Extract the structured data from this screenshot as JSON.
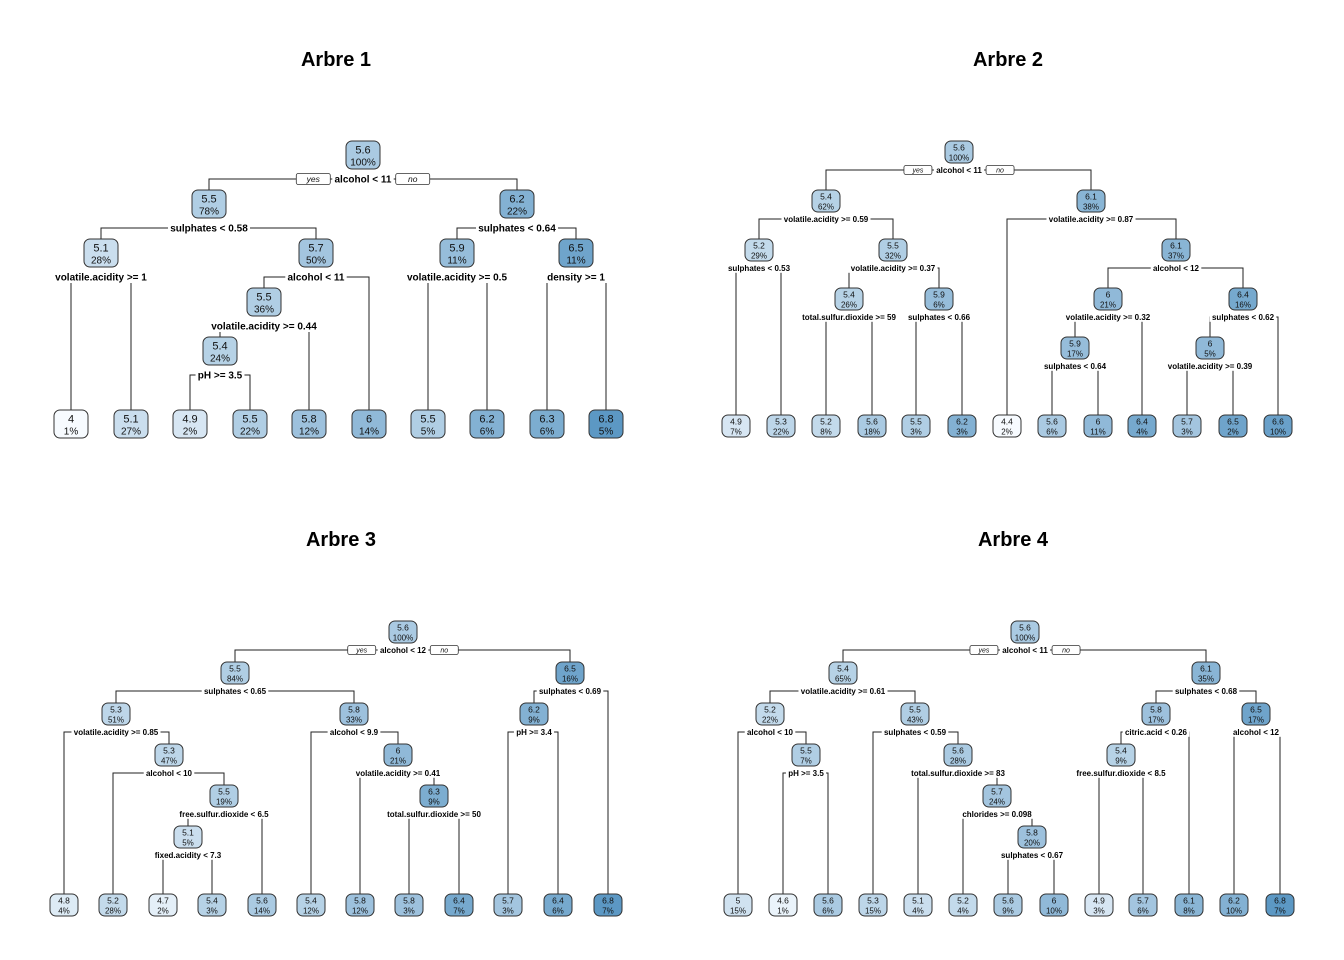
{
  "trees": [
    {
      "title": "Arbre 1",
      "yes_label": "yes",
      "no_label": "no",
      "nodes": [
        {
          "id": "n0",
          "value": "5.6",
          "pct": "100%",
          "split": "alcohol < 11"
        },
        {
          "id": "n1",
          "parent": "n0",
          "value": "5.5",
          "pct": "78%",
          "split": "sulphates < 0.58"
        },
        {
          "id": "n2",
          "parent": "n1",
          "value": "5.1",
          "pct": "28%",
          "split": "volatile.acidity >= 1"
        },
        {
          "id": "l1",
          "parent": "n2",
          "value": "4",
          "pct": "1%",
          "leaf": true
        },
        {
          "id": "l2",
          "parent": "n2",
          "value": "5.1",
          "pct": "27%",
          "leaf": true
        },
        {
          "id": "n3",
          "parent": "n1",
          "value": "5.7",
          "pct": "50%",
          "split": "alcohol < 11"
        },
        {
          "id": "n4",
          "parent": "n3",
          "value": "5.5",
          "pct": "36%",
          "split": "volatile.acidity >= 0.44"
        },
        {
          "id": "n5",
          "parent": "n4",
          "value": "5.4",
          "pct": "24%",
          "split": "pH >= 3.5"
        },
        {
          "id": "l3",
          "parent": "n5",
          "value": "4.9",
          "pct": "2%",
          "leaf": true
        },
        {
          "id": "l4",
          "parent": "n5",
          "value": "5.5",
          "pct": "22%",
          "leaf": true
        },
        {
          "id": "l5",
          "parent": "n4",
          "value": "5.8",
          "pct": "12%",
          "leaf": true
        },
        {
          "id": "l6",
          "parent": "n3",
          "value": "6",
          "pct": "14%",
          "leaf": true
        },
        {
          "id": "n6",
          "parent": "n0",
          "value": "6.2",
          "pct": "22%",
          "split": "sulphates < 0.64"
        },
        {
          "id": "n7",
          "parent": "n6",
          "value": "5.9",
          "pct": "11%",
          "split": "volatile.acidity >= 0.5"
        },
        {
          "id": "l7",
          "parent": "n7",
          "value": "5.5",
          "pct": "5%",
          "leaf": true
        },
        {
          "id": "l8",
          "parent": "n7",
          "value": "6.2",
          "pct": "6%",
          "leaf": true
        },
        {
          "id": "n8",
          "parent": "n6",
          "value": "6.5",
          "pct": "11%",
          "split": "density >= 1"
        },
        {
          "id": "l9",
          "parent": "n8",
          "value": "6.3",
          "pct": "6%",
          "leaf": true
        },
        {
          "id": "l10",
          "parent": "n8",
          "value": "6.8",
          "pct": "5%",
          "leaf": true
        }
      ]
    },
    {
      "title": "Arbre 2",
      "yes_label": "yes",
      "no_label": "no",
      "nodes": [
        {
          "id": "n0",
          "value": "5.6",
          "pct": "100%",
          "split": "alcohol < 11"
        },
        {
          "id": "n1",
          "parent": "n0",
          "value": "5.4",
          "pct": "62%",
          "split": "volatile.acidity >= 0.59"
        },
        {
          "id": "n2",
          "parent": "n1",
          "value": "5.2",
          "pct": "29%",
          "split": "sulphates < 0.53"
        },
        {
          "id": "l1",
          "parent": "n2",
          "value": "4.9",
          "pct": "7%",
          "leaf": true
        },
        {
          "id": "l2",
          "parent": "n2",
          "value": "5.3",
          "pct": "22%",
          "leaf": true
        },
        {
          "id": "n3",
          "parent": "n1",
          "value": "5.5",
          "pct": "32%",
          "split": "volatile.acidity >= 0.37"
        },
        {
          "id": "n4",
          "parent": "n3",
          "value": "5.4",
          "pct": "26%",
          "split": "total.sulfur.dioxide >= 59"
        },
        {
          "id": "l3",
          "parent": "n4",
          "value": "5.2",
          "pct": "8%",
          "leaf": true
        },
        {
          "id": "l4",
          "parent": "n4",
          "value": "5.6",
          "pct": "18%",
          "leaf": true
        },
        {
          "id": "n5",
          "parent": "n3",
          "value": "5.9",
          "pct": "6%",
          "split": "sulphates < 0.66"
        },
        {
          "id": "l5",
          "parent": "n5",
          "value": "5.5",
          "pct": "3%",
          "leaf": true
        },
        {
          "id": "l6",
          "parent": "n5",
          "value": "6.2",
          "pct": "3%",
          "leaf": true
        },
        {
          "id": "n6",
          "parent": "n0",
          "value": "6.1",
          "pct": "38%",
          "split": "volatile.acidity >= 0.87"
        },
        {
          "id": "l7",
          "parent": "n6",
          "value": "4.4",
          "pct": "2%",
          "leaf": true
        },
        {
          "id": "n7",
          "parent": "n6",
          "value": "6.1",
          "pct": "37%",
          "split": "alcohol < 12"
        },
        {
          "id": "n8",
          "parent": "n7",
          "value": "6",
          "pct": "21%",
          "split": "volatile.acidity >= 0.32"
        },
        {
          "id": "n9",
          "parent": "n8",
          "value": "5.9",
          "pct": "17%",
          "split": "sulphates < 0.64"
        },
        {
          "id": "l8",
          "parent": "n9",
          "value": "5.6",
          "pct": "6%",
          "leaf": true
        },
        {
          "id": "l9",
          "parent": "n9",
          "value": "6",
          "pct": "11%",
          "leaf": true
        },
        {
          "id": "l10",
          "parent": "n8",
          "value": "6.4",
          "pct": "4%",
          "leaf": true
        },
        {
          "id": "n10",
          "parent": "n7",
          "value": "6.4",
          "pct": "16%",
          "split": "sulphates < 0.62"
        },
        {
          "id": "n11",
          "parent": "n10",
          "value": "6",
          "pct": "5%",
          "split": "volatile.acidity >= 0.39"
        },
        {
          "id": "l11",
          "parent": "n11",
          "value": "5.7",
          "pct": "3%",
          "leaf": true
        },
        {
          "id": "l12",
          "parent": "n11",
          "value": "6.5",
          "pct": "2%",
          "leaf": true
        },
        {
          "id": "l13",
          "parent": "n10",
          "value": "6.6",
          "pct": "10%",
          "leaf": true
        }
      ]
    },
    {
      "title": "Arbre 3",
      "yes_label": "yes",
      "no_label": "no",
      "nodes": [
        {
          "id": "n0",
          "value": "5.6",
          "pct": "100%",
          "split": "alcohol < 12"
        },
        {
          "id": "n1",
          "parent": "n0",
          "value": "5.5",
          "pct": "84%",
          "split": "sulphates < 0.65"
        },
        {
          "id": "n2",
          "parent": "n1",
          "value": "5.3",
          "pct": "51%",
          "split": "volatile.acidity >= 0.85"
        },
        {
          "id": "l1",
          "parent": "n2",
          "value": "4.8",
          "pct": "4%",
          "leaf": true
        },
        {
          "id": "n3",
          "parent": "n2",
          "value": "5.3",
          "pct": "47%",
          "split": "alcohol < 10"
        },
        {
          "id": "l2",
          "parent": "n3",
          "value": "5.2",
          "pct": "28%",
          "leaf": true
        },
        {
          "id": "n4",
          "parent": "n3",
          "value": "5.5",
          "pct": "19%",
          "split": "free.sulfur.dioxide < 6.5"
        },
        {
          "id": "n5",
          "parent": "n4",
          "value": "5.1",
          "pct": "5%",
          "split": "fixed.acidity < 7.3"
        },
        {
          "id": "l3",
          "parent": "n5",
          "value": "4.7",
          "pct": "2%",
          "leaf": true
        },
        {
          "id": "l4",
          "parent": "n5",
          "value": "5.4",
          "pct": "3%",
          "leaf": true
        },
        {
          "id": "l5",
          "parent": "n4",
          "value": "5.6",
          "pct": "14%",
          "leaf": true
        },
        {
          "id": "n6",
          "parent": "n1",
          "value": "5.8",
          "pct": "33%",
          "split": "alcohol < 9.9"
        },
        {
          "id": "l6",
          "parent": "n6",
          "value": "5.4",
          "pct": "12%",
          "leaf": true
        },
        {
          "id": "n7",
          "parent": "n6",
          "value": "6",
          "pct": "21%",
          "split": "volatile.acidity >= 0.41"
        },
        {
          "id": "l7",
          "parent": "n7",
          "value": "5.8",
          "pct": "12%",
          "leaf": true
        },
        {
          "id": "n8",
          "parent": "n7",
          "value": "6.3",
          "pct": "9%",
          "split": "total.sulfur.dioxide >= 50"
        },
        {
          "id": "l8",
          "parent": "n8",
          "value": "5.8",
          "pct": "3%",
          "leaf": true
        },
        {
          "id": "l9",
          "parent": "n8",
          "value": "6.4",
          "pct": "7%",
          "leaf": true
        },
        {
          "id": "n9",
          "parent": "n0",
          "value": "6.5",
          "pct": "16%",
          "split": "sulphates < 0.69"
        },
        {
          "id": "n10",
          "parent": "n9",
          "value": "6.2",
          "pct": "9%",
          "split": "pH >= 3.4"
        },
        {
          "id": "l10",
          "parent": "n10",
          "value": "5.7",
          "pct": "3%",
          "leaf": true
        },
        {
          "id": "l11",
          "parent": "n10",
          "value": "6.4",
          "pct": "6%",
          "leaf": true
        },
        {
          "id": "l12",
          "parent": "n9",
          "value": "6.8",
          "pct": "7%",
          "leaf": true
        }
      ]
    },
    {
      "title": "Arbre 4",
      "yes_label": "yes",
      "no_label": "no",
      "nodes": [
        {
          "id": "n0",
          "value": "5.6",
          "pct": "100%",
          "split": "alcohol < 11"
        },
        {
          "id": "n1",
          "parent": "n0",
          "value": "5.4",
          "pct": "65%",
          "split": "volatile.acidity >= 0.61"
        },
        {
          "id": "n2",
          "parent": "n1",
          "value": "5.2",
          "pct": "22%",
          "split": "alcohol < 10"
        },
        {
          "id": "l1",
          "parent": "n2",
          "value": "5",
          "pct": "15%",
          "leaf": true
        },
        {
          "id": "n3",
          "parent": "n2",
          "value": "5.5",
          "pct": "7%",
          "split": "pH >= 3.5"
        },
        {
          "id": "l2",
          "parent": "n3",
          "value": "4.6",
          "pct": "1%",
          "leaf": true
        },
        {
          "id": "l3",
          "parent": "n3",
          "value": "5.6",
          "pct": "6%",
          "leaf": true
        },
        {
          "id": "n4",
          "parent": "n1",
          "value": "5.5",
          "pct": "43%",
          "split": "sulphates < 0.59"
        },
        {
          "id": "l4",
          "parent": "n4",
          "value": "5.3",
          "pct": "15%",
          "leaf": true
        },
        {
          "id": "n5",
          "parent": "n4",
          "value": "5.6",
          "pct": "28%",
          "split": "total.sulfur.dioxide >= 83"
        },
        {
          "id": "l5",
          "parent": "n5",
          "value": "5.1",
          "pct": "4%",
          "leaf": true
        },
        {
          "id": "n6",
          "parent": "n5",
          "value": "5.7",
          "pct": "24%",
          "split": "chlorides >= 0.098"
        },
        {
          "id": "l6",
          "parent": "n6",
          "value": "5.2",
          "pct": "4%",
          "leaf": true
        },
        {
          "id": "n7",
          "parent": "n6",
          "value": "5.8",
          "pct": "20%",
          "split": "sulphates < 0.67"
        },
        {
          "id": "l7",
          "parent": "n7",
          "value": "5.6",
          "pct": "9%",
          "leaf": true
        },
        {
          "id": "l8",
          "parent": "n7",
          "value": "6",
          "pct": "10%",
          "leaf": true
        },
        {
          "id": "n8",
          "parent": "n0",
          "value": "6.1",
          "pct": "35%",
          "split": "sulphates < 0.68"
        },
        {
          "id": "n9",
          "parent": "n8",
          "value": "5.8",
          "pct": "17%",
          "split": "citric.acid < 0.26"
        },
        {
          "id": "n10",
          "parent": "n9",
          "value": "5.4",
          "pct": "9%",
          "split": "free.sulfur.dioxide < 8.5"
        },
        {
          "id": "l9",
          "parent": "n10",
          "value": "4.9",
          "pct": "3%",
          "leaf": true
        },
        {
          "id": "l10",
          "parent": "n10",
          "value": "5.7",
          "pct": "6%",
          "leaf": true
        },
        {
          "id": "l11",
          "parent": "n9",
          "value": "6.1",
          "pct": "8%",
          "leaf": true
        },
        {
          "id": "n11",
          "parent": "n8",
          "value": "6.5",
          "pct": "17%",
          "split": "alcohol < 12"
        },
        {
          "id": "l12",
          "parent": "n11",
          "value": "6.2",
          "pct": "10%",
          "leaf": true
        },
        {
          "id": "l13",
          "parent": "n11",
          "value": "6.8",
          "pct": "7%",
          "leaf": true
        }
      ]
    }
  ]
}
